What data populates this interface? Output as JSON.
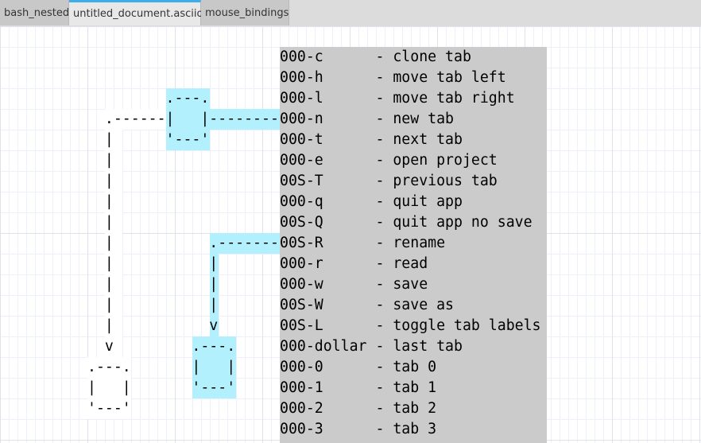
{
  "tabs": [
    {
      "label": "bash_nested",
      "active": false
    },
    {
      "label": "untitled_document.asciio",
      "active": true
    },
    {
      "label": "mouse_bindings",
      "active": false
    }
  ],
  "colors": {
    "selection": "#b3f0fd",
    "bindings_background": "#cbcbcb",
    "active_tab_accent": "#3daee9"
  },
  "art": [
    "         .---.",
    "  .------|   |--------",
    "  |      '---'",
    "  |",
    "  |",
    "  |",
    "  |",
    "  |           .-------",
    "  |           |",
    "  |           |",
    "  |           |",
    "  |           v",
    "  v         .---.",
    ".---.       |   |",
    "|   |       '---'",
    "'---'"
  ],
  "bindings": [
    "000-c      - clone tab",
    "000-h      - move tab left",
    "000-l      - move tab right",
    "000-n      - new tab",
    "000-t      - next tab",
    "000-e      - open project",
    "00S-T      - previous tab",
    "000-q      - quit app",
    "00S-Q      - quit app no save",
    "00S-R      - rename",
    "000-r      - read",
    "000-w      - save",
    "00S-W      - save as",
    "00S-L      - toggle tab labels",
    "000-dollar - last tab",
    "000-0      - tab 0",
    "000-1      - tab 1",
    "000-2      - tab 2",
    "000-3      - tab 3"
  ]
}
